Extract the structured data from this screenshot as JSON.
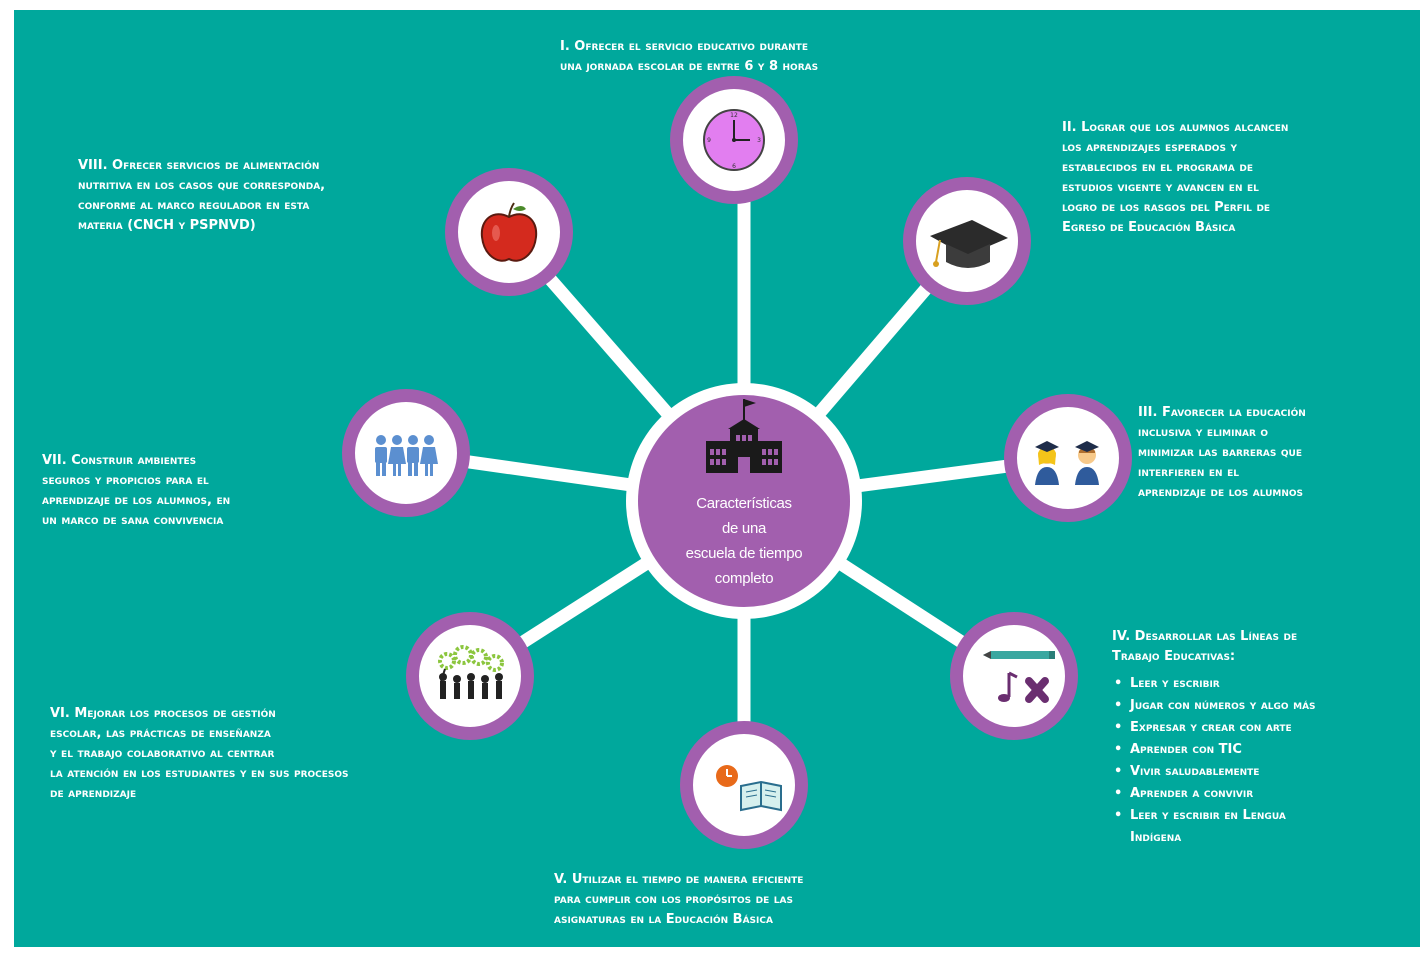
{
  "colors": {
    "background": "#00a89c",
    "accent": "#a25fae",
    "spoke": "#ffffff"
  },
  "hub": {
    "icon": "school-building-icon",
    "title": "Características\nde una\nescuela de tiempo\ncompleto"
  },
  "items": [
    {
      "icon": "clock-icon",
      "text": "I. Ofrecer el servicio educativo durante\nuna jornada escolar de entre 6 y 8 horas"
    },
    {
      "icon": "graduation-cap-icon",
      "text": "II. Lograr que los alumnos alcancen\nlos aprendizajes esperados y\nestablecidos en el programa de\nestudios vigente y avancen en el\nlogro de los rasgos del Perfil de\nEgreso de Educación Básica"
    },
    {
      "icon": "graduates-icon",
      "text": "III. Favorecer la educación\ninclusiva y eliminar o\nminimizar las barreras que\ninterfieren en el\naprendizaje de los alumnos"
    },
    {
      "icon": "pencil-music-note-icon",
      "text": "IV. Desarrollar las Líneas de\nTrabajo Educativas:",
      "bullets": [
        "Leer y escribir",
        "Jugar con números y algo más",
        "Expresar y crear con arte",
        "Aprender con TIC",
        "Vivir saludablemente",
        "Aprender a convivir",
        "Leer y escribir en Lengua\n   Indígena"
      ]
    },
    {
      "icon": "clock-book-icon",
      "text": "V. Utilizar el tiempo de manera eficiente\npara cumplir con los propósitos de las\nasignaturas en la Educación Básica"
    },
    {
      "icon": "teamwork-gears-icon",
      "text": "VI. Mejorar los procesos de gestión\nescolar, las prácticas de enseñanza\ny el trabajo colaborativo al centrar\nla atención en los estudiantes y en sus procesos\nde aprendizaje"
    },
    {
      "icon": "people-icon",
      "text": "VII. Construir ambientes\nseguros y propicios para el\naprendizaje de los alumnos, en\nun marco de sana convivencia"
    },
    {
      "icon": "apple-icon",
      "text": "VIII. Ofrecer servicios de alimentación\nnutritiva en los casos que corresponda,\nconforme al marco regulador en esta\nmateria (CNCH y PSPNVD)"
    }
  ]
}
